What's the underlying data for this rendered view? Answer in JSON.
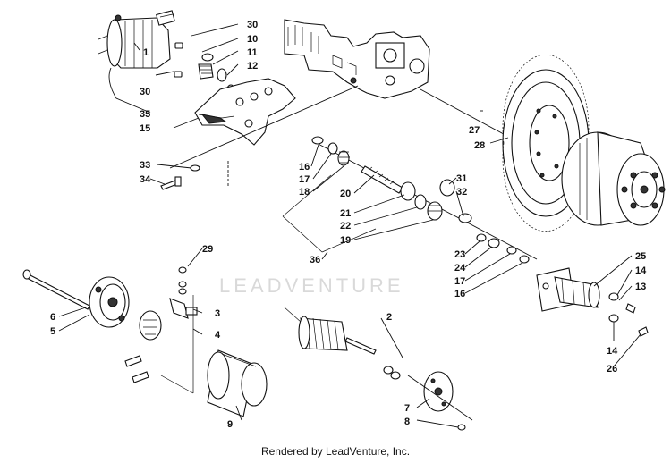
{
  "watermark": "LEADVENTURE",
  "footer_text": "Rendered by LeadVenture, Inc.",
  "callouts": {
    "c30a": "30",
    "c10": "10",
    "c11": "11",
    "c12": "12",
    "c1": "1",
    "c30b": "30",
    "c35": "35",
    "c15": "15",
    "c27": "27",
    "c28": "28",
    "c33": "33",
    "c34": "34",
    "c16a": "16",
    "c17a": "17",
    "c18": "18",
    "c20": "20",
    "c21": "21",
    "c22": "22",
    "c19": "19",
    "c31": "31",
    "c32": "32",
    "c23": "23",
    "c24": "24",
    "c17b": "17",
    "c16b": "16",
    "c36": "36",
    "c29": "29",
    "c3": "3",
    "c4": "4",
    "c6": "6",
    "c5": "5",
    "c2": "2",
    "c9": "9",
    "c25": "25",
    "c14a": "14",
    "c13": "13",
    "c14b": "14",
    "c26": "26",
    "c7": "7",
    "c8": "8"
  }
}
